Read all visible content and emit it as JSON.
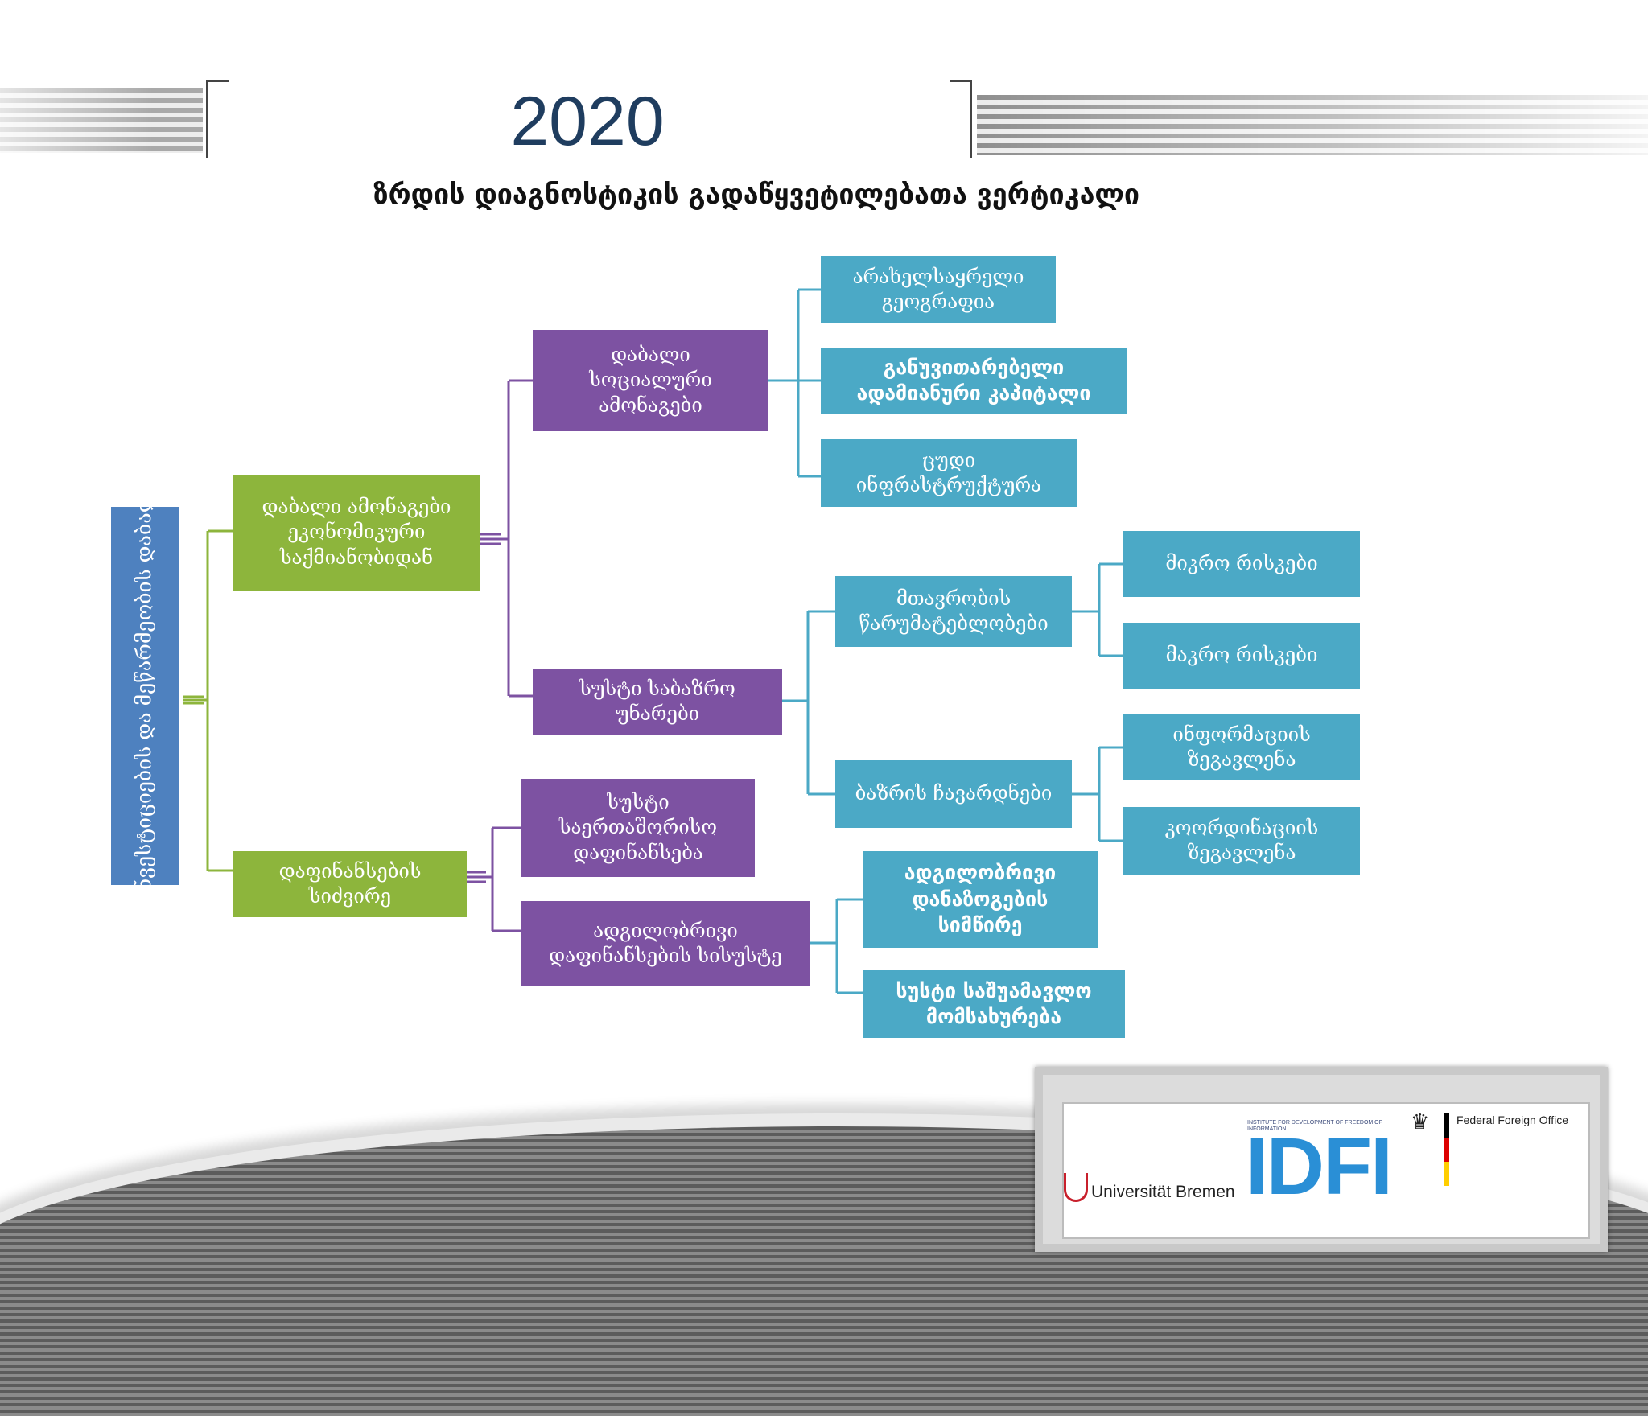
{
  "header": {
    "year": "2020",
    "diagram_title": "ზრდის დიაგნოსტიკის გადაწყვეტილებათა ვერტიკალი"
  },
  "tree": {
    "root": "კერძო ინვესტიციების და მეწარმეობის დაბალი დონე",
    "low_returns": "დაბალი ამონაგები ეკონომიკური საქმიანობიდან",
    "finance_cost": "დაფინანსების სიძვირე",
    "low_social": "დაბალი სოციალური ამონაგები",
    "weak_market": "სუსტი საბაზრო უნარები",
    "weak_intl": "სუსტი საერთაშორისო დაფინანსება",
    "local_fin": "ადგილობრივი დაფინანსების სისუსტე",
    "geography": "არახელსაყრელი გეოგრაფია",
    "human_capital": "განუვითარებელი ადამიანური კაპიტალი",
    "infra": "ცუდი ინფრასტრუქტურა",
    "gov_failures": "მთავრობის წარუმატებლობები",
    "market_failures": "ბაზრის ჩავარდნები",
    "micro": "მიკრო რისკები",
    "macro": "მაკრო რისკები",
    "info_ext": "ინფორმაციის ზეგავლენა",
    "coord_ext": "კოორდინაციის ზეგავლენა",
    "low_savings": "ადგილობრივი დანაზოგების სიმწირე",
    "weak_intermed": "სუსტი საშუამავლო მომსახურება"
  },
  "logos": {
    "university": "Universität Bremen",
    "idfi_top": "INSTITUTE FOR DEVELOPMENT OF FREEDOM OF INFORMATION",
    "idfi": "IDFI",
    "ffo": "Federal Foreign Office"
  },
  "colors": {
    "green": "#8db53c",
    "purple": "#7d52a2",
    "teal": "#4ba9c6",
    "blue": "#4e81bf",
    "title": "#1f3d5f"
  }
}
